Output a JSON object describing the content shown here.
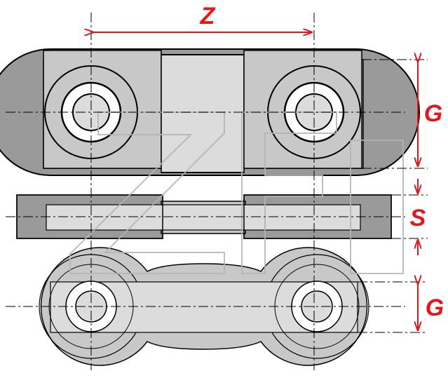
{
  "labels": {
    "pitch": "Z",
    "height_top": "G",
    "thickness": "S",
    "height_bottom": "G"
  },
  "watermark": "ZFB",
  "colors": {
    "dimension": "#e8141c",
    "outline": "#000000",
    "fill_dark": "#9a9a9a",
    "fill_mid": "#c8c8c8",
    "fill_light": "#dcdcdc",
    "fill_white": "#ffffff",
    "watermark": "#b4b4b4"
  }
}
